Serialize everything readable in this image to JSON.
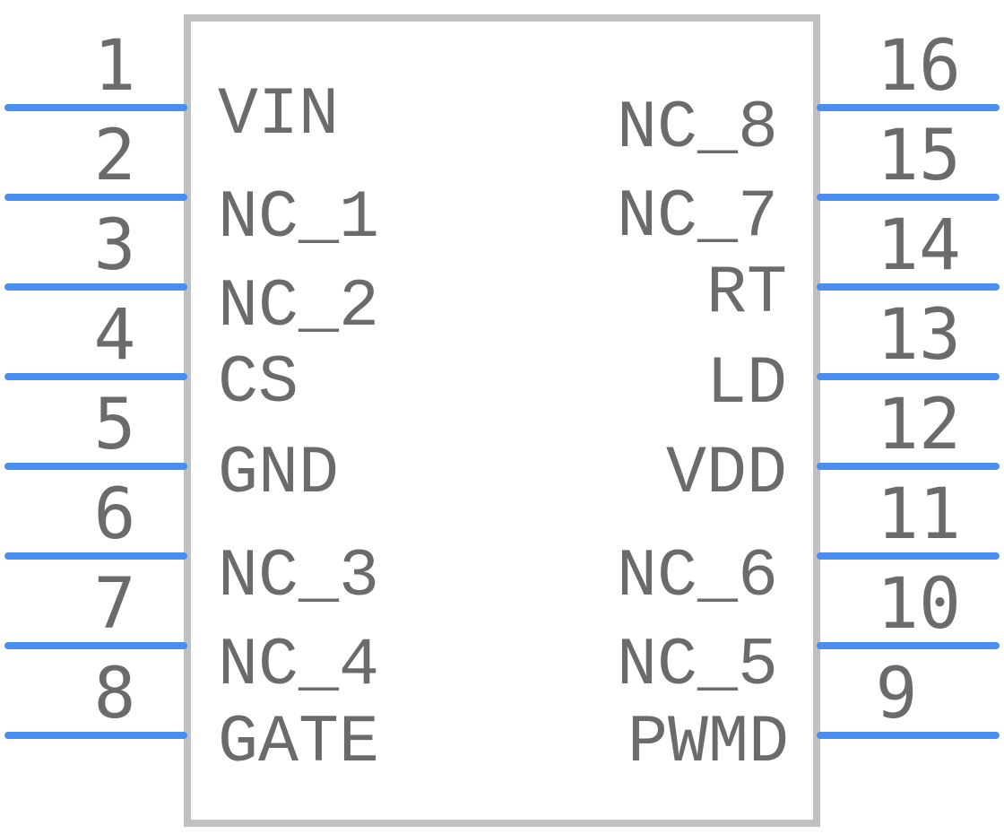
{
  "component": {
    "left_pins": [
      {
        "number": "1",
        "name": "VIN"
      },
      {
        "number": "2",
        "name": "NC_1"
      },
      {
        "number": "3",
        "name": "NC_2"
      },
      {
        "number": "4",
        "name": "CS"
      },
      {
        "number": "5",
        "name": "GND"
      },
      {
        "number": "6",
        "name": "NC_3"
      },
      {
        "number": "7",
        "name": "NC_4"
      },
      {
        "number": "8",
        "name": "GATE"
      }
    ],
    "right_pins": [
      {
        "number": "16",
        "name": "NC_8"
      },
      {
        "number": "15",
        "name": "NC_7"
      },
      {
        "number": "14",
        "name": "RT"
      },
      {
        "number": "13",
        "name": "LD"
      },
      {
        "number": "12",
        "name": "VDD"
      },
      {
        "number": "11",
        "name": "NC_6"
      },
      {
        "number": "10",
        "name": "NC_5"
      },
      {
        "number": "9",
        "name": "PWMD"
      }
    ]
  },
  "colors": {
    "pin": "#4a8ff0",
    "body_outline": "#c0c0c0",
    "text": "#6b6b6b"
  }
}
